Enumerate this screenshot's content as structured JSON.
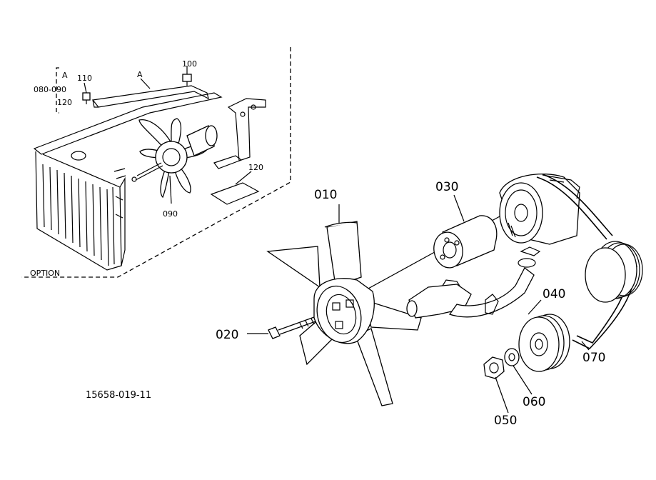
{
  "parts": {
    "p010": "010",
    "p020": "020",
    "p030": "030",
    "p040": "040",
    "p050": "050",
    "p060": "060",
    "p070": "070",
    "opt090": "090",
    "opt100": "100",
    "opt110": "110",
    "opt120": "120",
    "optA": "A",
    "optA_top": "A",
    "opt080_090": "080-090",
    "opt120_left": "120"
  },
  "option_label": "OPTION",
  "reference_number": "15658-019-11"
}
